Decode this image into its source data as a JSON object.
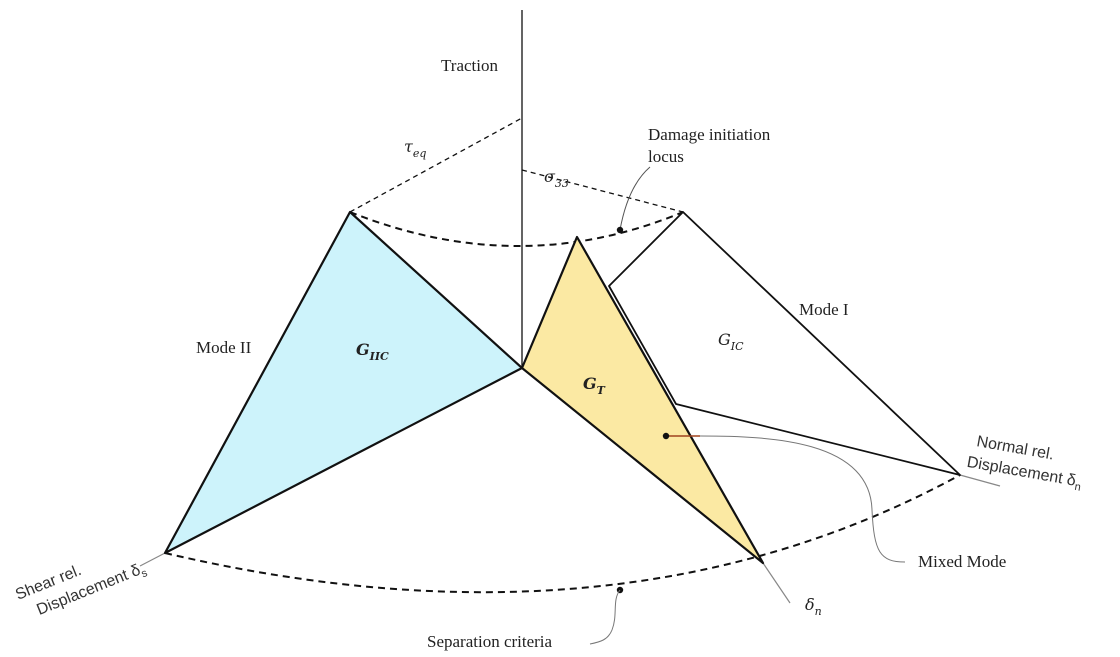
{
  "labels": {
    "traction": "Traction",
    "tau_eq": "τ",
    "tau_eq_sub": "eq",
    "sigma_33": "σ",
    "sigma_33_sub": "33",
    "damage_initiation_line1": "Damage initiation",
    "damage_initiation_line2": "locus",
    "mode_ii": "Mode II",
    "mode_i": "Mode I",
    "g_iic": "G",
    "g_iic_sub": "IIC",
    "g_ic": "G",
    "g_ic_sub": "IC",
    "g_t": "G",
    "g_t_sub": "T",
    "normal_line1": "Normal rel.",
    "normal_line2": "Displacement δ",
    "normal_sub": "n",
    "shear_line1": "Shear rel.",
    "shear_line2": "Displacement δ",
    "shear_sub": "s",
    "delta_n": "δ",
    "delta_n_sub": "n",
    "mixed_mode": "Mixed Mode",
    "separation_criteria": "Separation criteria"
  },
  "colors": {
    "mode_ii_fill": "#cdf3fb",
    "mixed_fill": "#fbe9a3",
    "g_iic_text": "#1f3a73",
    "g_t_text": "#8a3b00",
    "line": "#111111"
  }
}
